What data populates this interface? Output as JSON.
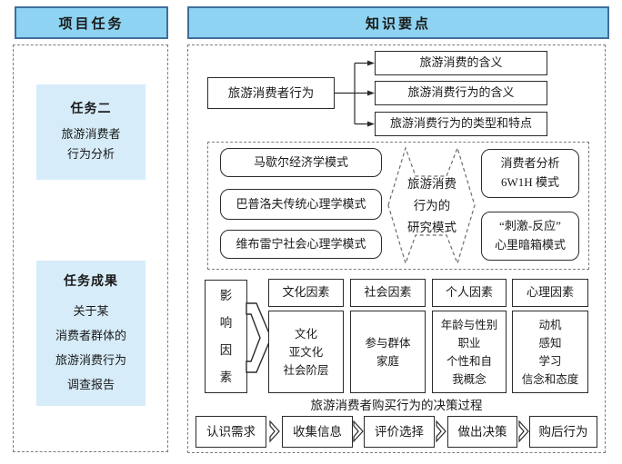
{
  "colors": {
    "header_fill": "#8ed3f1",
    "header_border": "#3f6f9b",
    "task_fill": "#d6ecf9",
    "box_border": "#2b2b2b",
    "dash_border": "#7d7d7d"
  },
  "left_panel": {
    "header": "项目任务",
    "task_box": {
      "title": "任务二",
      "lines": "旅游消费者\n行为分析"
    },
    "result_box": {
      "title": "任务成果",
      "lines": "关于某\n消费者群体的\n旅游消费行为\n调查报告"
    }
  },
  "right_panel": {
    "header": "知识要点",
    "overview": {
      "root": "旅游消费者行为",
      "branches": [
        "旅游消费的含义",
        "旅游消费行为的含义",
        "旅游消费行为的类型和特点"
      ]
    },
    "models": {
      "center": "旅游消费\n行为的\n研究模式",
      "left": [
        "马歇尔经济学模式",
        "巴普洛夫传统心理学模式",
        "维布雷宁社会心理学模式"
      ],
      "right": [
        "消费者分析\n6W1H 模式",
        "“刺激-反应”\n心里暗箱模式"
      ]
    },
    "factors": {
      "source": "影\n响\n因\n素",
      "columns": [
        {
          "header": "文化因素",
          "items": "文化\n亚文化\n社会阶层"
        },
        {
          "header": "社会因素",
          "items": "参与群体\n家庭"
        },
        {
          "header": "个人因素",
          "items": "年龄与性别\n职业\n个性和自\n我概念"
        },
        {
          "header": "心理因素",
          "items": "动机\n感知\n学习\n信念和态度"
        }
      ]
    },
    "decision": {
      "title": "旅游消费者购买行为的决策过程",
      "steps": [
        "认识需求",
        "收集信息",
        "评价选择",
        "做出决策",
        "购后行为"
      ]
    }
  }
}
